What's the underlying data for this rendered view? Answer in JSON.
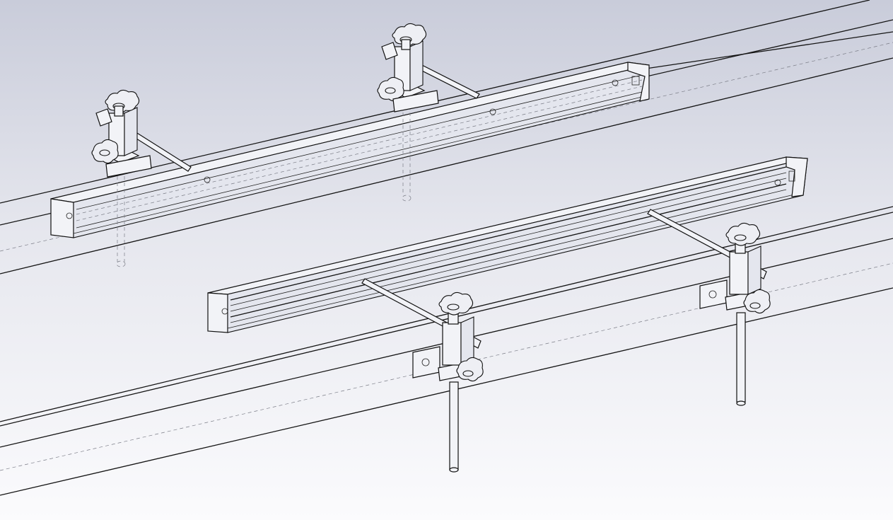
{
  "colors": {
    "background_top": "#c9ccda",
    "background_bottom": "#fbfbfd",
    "edge_lines": "#141414",
    "hidden_lines": "#7a7c86",
    "part_fill": "#f2f3f7"
  },
  "view": {
    "style": "shaded-with-edges",
    "projection": "isometric"
  },
  "assemblies": [
    {
      "name": "rail-clamp-assembly-rear",
      "clamps": 2,
      "style": "hidden-line-behind-bar"
    },
    {
      "name": "rail-clamp-assembly-front",
      "clamps": 2,
      "style": "visible-posts"
    }
  ]
}
